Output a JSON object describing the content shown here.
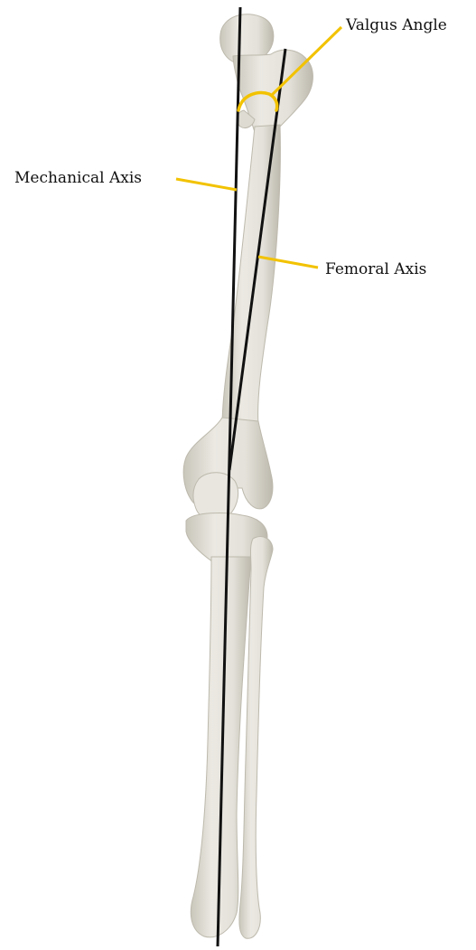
{
  "labels": {
    "valgus_angle": "Valgus Angle",
    "mechanical_axis": "Mechanical Axis",
    "femoral_axis": "Femoral Axis"
  },
  "colors": {
    "annotation": "#f2c200",
    "axis_line": "#111111",
    "bone_fill": "#e6e4dc",
    "bone_shade": "#cfccc2",
    "background": "#ffffff"
  }
}
